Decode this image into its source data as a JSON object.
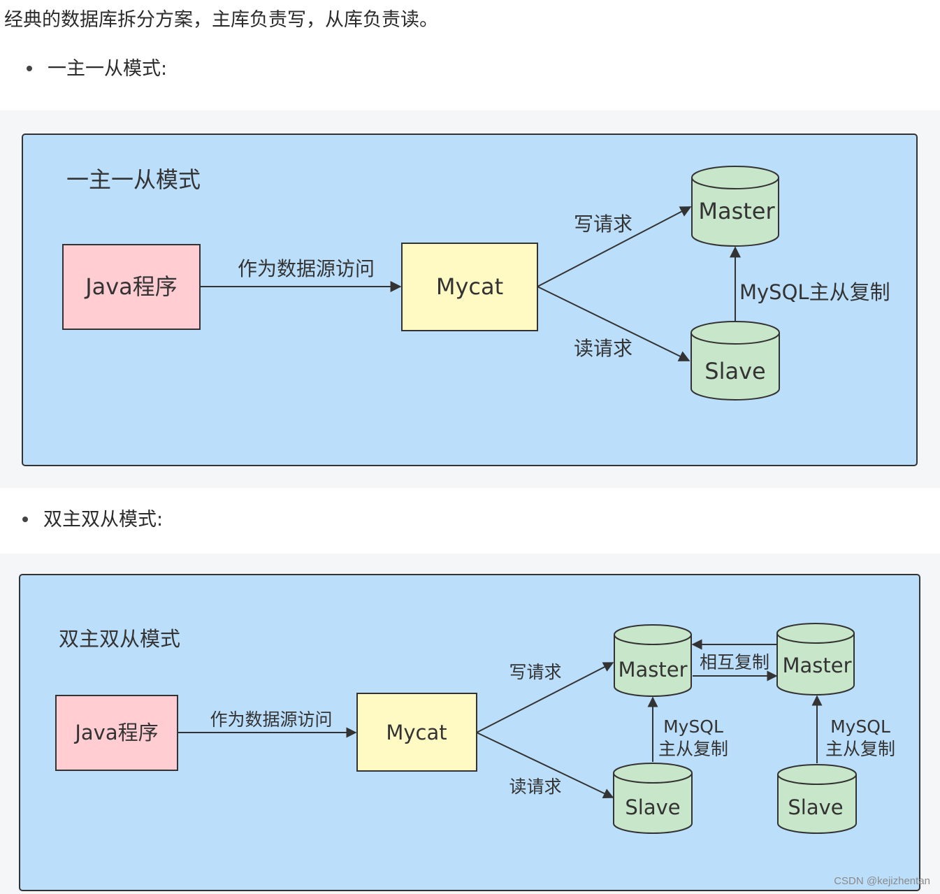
{
  "intro_text": "经典的数据库拆分方案，主库负责写，从库负责读。",
  "bullets": [
    "一主一从模式:",
    "双主双从模式:"
  ],
  "diagram1": {
    "title": "一主一从模式",
    "java": "Java程序",
    "access_label": "作为数据源访问",
    "mycat": "Mycat",
    "write_label": "写请求",
    "read_label": "读请求",
    "master": "Master",
    "slave": "Slave",
    "replication": "MySQL主从复制"
  },
  "diagram2": {
    "title": "双主双从模式",
    "java": "Java程序",
    "access_label": "作为数据源访问",
    "mycat": "Mycat",
    "write_label": "写请求",
    "read_label": "读请求",
    "master1": "Master",
    "master2": "Master",
    "slave1": "Slave",
    "slave2": "Slave",
    "mutual": "相互复制",
    "repl1_line1": "MySQL",
    "repl1_line2": "主从复制",
    "repl2_line1": "MySQL",
    "repl2_line2": "主从复制"
  },
  "colors": {
    "panel": "#bbdefa",
    "java_box": "#ffcdd2",
    "mycat_box": "#fff9c4",
    "db": "#c8e6c9",
    "stroke": "#333333"
  },
  "watermark": "CSDN @kejizhentan"
}
